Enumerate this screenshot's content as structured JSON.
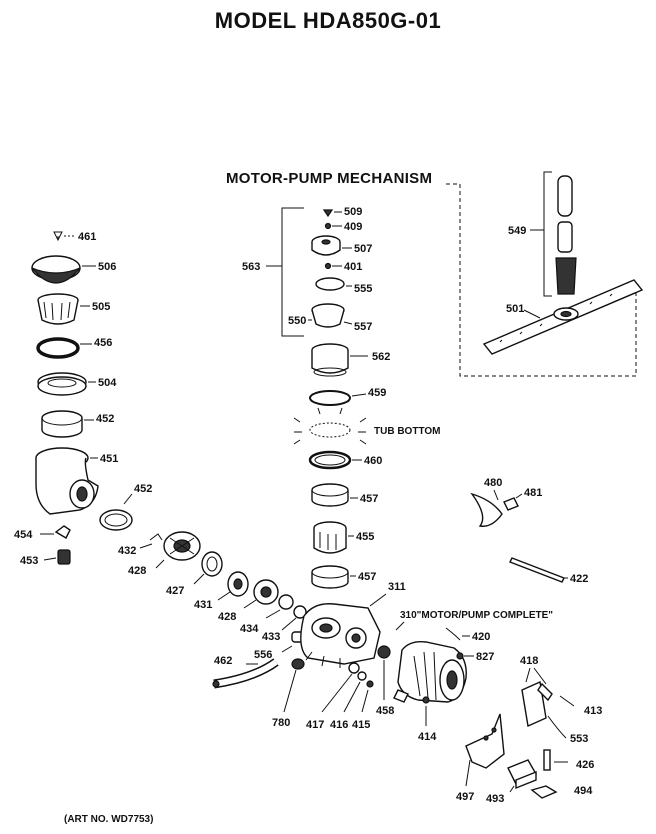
{
  "title": "MODEL HDA850G-01",
  "section_title": "MOTOR-PUMP MECHANISM",
  "art_number": "(ART NO. WD7753)",
  "notes": {
    "tub_bottom": "TUB BOTTOM",
    "motor_pump_complete": "310\"MOTOR/PUMP COMPLETE\""
  },
  "labels": {
    "p461": "461",
    "p506": "506",
    "p505": "505",
    "p456": "456",
    "p504": "504",
    "p452a": "452",
    "p451": "451",
    "p452b": "452",
    "p454": "454",
    "p453": "453",
    "p432": "432",
    "p428a": "428",
    "p427": "427",
    "p431": "431",
    "p428b": "428",
    "p434": "434",
    "p433": "433",
    "p556": "556",
    "p462": "462",
    "p780": "780",
    "p417": "417",
    "p416": "416",
    "p415": "415",
    "p458": "458",
    "p414": "414",
    "p311": "311",
    "p420": "420",
    "p827": "827",
    "p509": "509",
    "p409": "409",
    "p507": "507",
    "p401": "401",
    "p555": "555",
    "p550": "550",
    "p557": "557",
    "p563": "563",
    "p562": "562",
    "p459": "459",
    "p460": "460",
    "p457a": "457",
    "p455": "455",
    "p457b": "457",
    "p549": "549",
    "p501": "501",
    "p480": "480",
    "p481": "481",
    "p422": "422",
    "p418": "418",
    "p413": "413",
    "p553": "553",
    "p426": "426",
    "p497": "497",
    "p493": "493",
    "p494": "494"
  }
}
